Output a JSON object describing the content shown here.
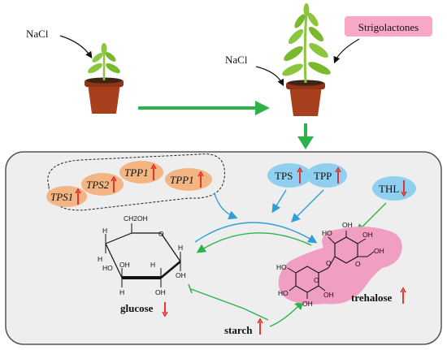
{
  "labels": {
    "nacl_left": "NaCl",
    "nacl_right": "NaCl",
    "strigolactones": "Strigolactones",
    "tps1": "TPS1",
    "tps2": "TPS2",
    "tpp1_a": "TPP1",
    "tpp1_b": "TPP1",
    "tps": "TPS",
    "tpp": "TPP",
    "thl": "THL",
    "glucose": "glucose",
    "starch": "starch",
    "trehalose": "trehalose"
  },
  "regulation": {
    "tps1": "up",
    "tps2": "up",
    "tpp1_a": "up",
    "tpp1_b": "up",
    "tps": "up",
    "tpp": "up",
    "thl": "down",
    "glucose": "down",
    "starch": "up",
    "trehalose": "up"
  },
  "atoms": {
    "glucose_ch2oh": "CH2OH",
    "glucose_ring_o": "O",
    "glucose_h": "H",
    "glucose_oh": "OH",
    "glucose_ho": "HO",
    "trehalose_o": "O",
    "trehalose_oh": "OH",
    "trehalose_ho": "HO"
  },
  "colors": {
    "green_arrow": "#2db34a",
    "blue_arrow": "#2f9fd8",
    "up_arrow": "#e8231e",
    "enzyme_orange": "#f3b583",
    "enzyme_blue": "#8fd0f0",
    "trehalose_pink": "#f09fc3",
    "strigolactones_box": "#f7a8c6",
    "panel_bg": "#eeeeee",
    "pot": "#a8401e",
    "plant": "#8cc63f"
  }
}
